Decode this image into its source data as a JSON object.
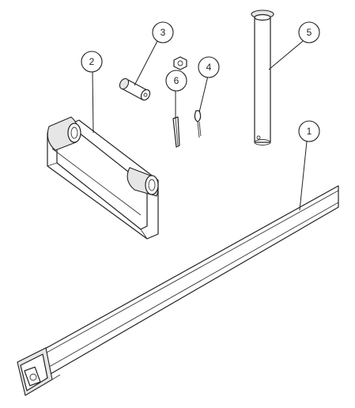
{
  "callouts": [
    {
      "id": "1",
      "label": "1"
    },
    {
      "id": "2",
      "label": "2"
    },
    {
      "id": "3",
      "label": "3"
    },
    {
      "id": "4",
      "label": "4"
    },
    {
      "id": "5",
      "label": "5"
    },
    {
      "id": "6",
      "label": "6"
    }
  ],
  "colors": {
    "line": "#222222",
    "background": "#ffffff",
    "shade": "#e6e6e6"
  }
}
